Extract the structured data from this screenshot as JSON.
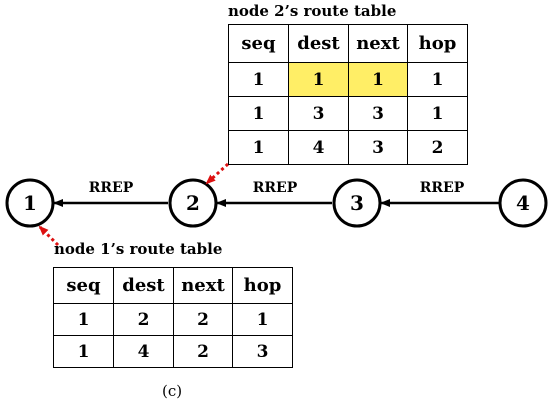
{
  "nodes": [
    {
      "label": "1"
    },
    {
      "label": "2"
    },
    {
      "label": "3"
    },
    {
      "label": "4"
    }
  ],
  "edges": [
    {
      "from": "2",
      "to": "1",
      "label": "RREP"
    },
    {
      "from": "3",
      "to": "2",
      "label": "RREP"
    },
    {
      "from": "4",
      "to": "3",
      "label": "RREP"
    }
  ],
  "table2": {
    "title": "node 2’s route table",
    "headers": [
      "seq",
      "dest",
      "next",
      "hop"
    ],
    "rows": [
      [
        "1",
        "1",
        "1",
        "1"
      ],
      [
        "1",
        "3",
        "3",
        "1"
      ],
      [
        "1",
        "4",
        "3",
        "2"
      ]
    ],
    "highlight_color": "#ffee66"
  },
  "table1": {
    "title": "node 1’s route table",
    "headers": [
      "seq",
      "dest",
      "next",
      "hop"
    ],
    "rows": [
      [
        "1",
        "2",
        "2",
        "1"
      ],
      [
        "1",
        "4",
        "2",
        "3"
      ]
    ]
  },
  "caption": "(c)",
  "colors": {
    "pointer": "#dd1111",
    "line": "#000000"
  }
}
